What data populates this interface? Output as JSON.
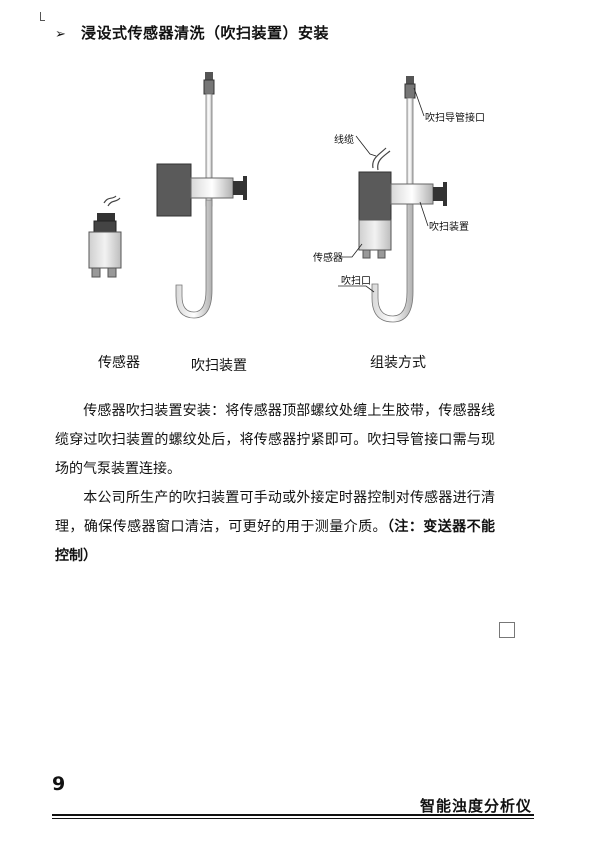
{
  "section": {
    "bullet": "➢",
    "title": "浸设式传感器清洗（吹扫装置）安装"
  },
  "figure": {
    "captions": {
      "sensor": "传感器",
      "purge_device": "吹扫装置",
      "assembly": "组装方式"
    },
    "callouts": {
      "purge_pipe_port": "吹扫导管接口",
      "cable": "线缆",
      "purge_device": "吹扫装置",
      "sensor": "传感器",
      "purge_outlet": "吹扫口"
    }
  },
  "paragraphs": [
    "传感器吹扫装置安装：将传感器顶部螺纹处缠上生胶带，传感器线缆穿过吹扫装置的螺纹处后，将传感器拧紧即可。吹扫导管接口需与现场的气泵装置连接。",
    "本公司所生产的吹扫装置可手动或外接定时器控制对传感器进行清理，确保传感器窗口清洁，可更好的用于测量介质。"
  ],
  "note": "（注：变送器不能控制）",
  "footer": {
    "page_number": "9",
    "product_title": "智能浊度分析仪"
  }
}
